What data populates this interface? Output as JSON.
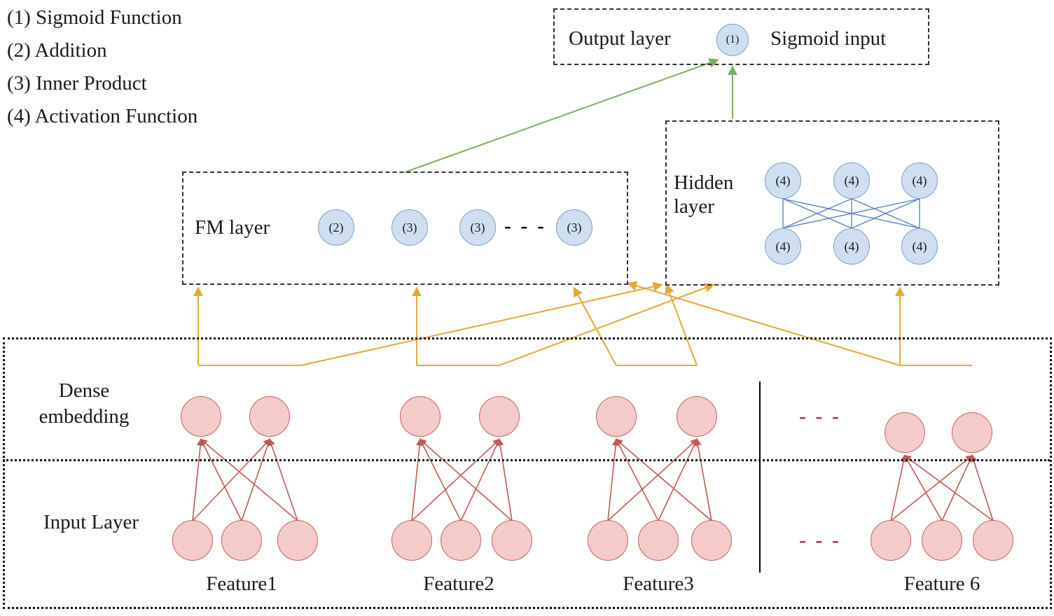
{
  "legend": {
    "items": [
      "(1) Sigmoid Function",
      "(2) Addition",
      "(3) Inner Product",
      "(4) Activation Function"
    ]
  },
  "output": {
    "label": "Output layer",
    "node": "(1)",
    "note": "Sigmoid input"
  },
  "fm": {
    "label": "FM layer",
    "nodes": [
      "(2)",
      "(3)",
      "(3)",
      "(3)"
    ],
    "dots": "- - -"
  },
  "hidden": {
    "label": "Hidden layer",
    "nodes": [
      "(4)",
      "(4)",
      "(4)",
      "(4)",
      "(4)",
      "(4)"
    ]
  },
  "embedding": {
    "dense_label": "Dense embedding",
    "input_label": "Input Layer",
    "dots": "- - -",
    "features": [
      {
        "label": "Feature1"
      },
      {
        "label": "Feature2"
      },
      {
        "label": "Feature3"
      },
      {
        "label": "Feature 6"
      }
    ]
  },
  "colors": {
    "blue_node_fill": "#cfdff1",
    "blue_node_stroke": "#7d9ec7",
    "pink_node_fill": "#f5cbca",
    "pink_node_stroke": "#bd6561",
    "yellow_arrow": "#e3aa33",
    "green_arrow": "#7cb15e",
    "red_arrow": "#bf5a55",
    "red_dots": "#b23434"
  }
}
